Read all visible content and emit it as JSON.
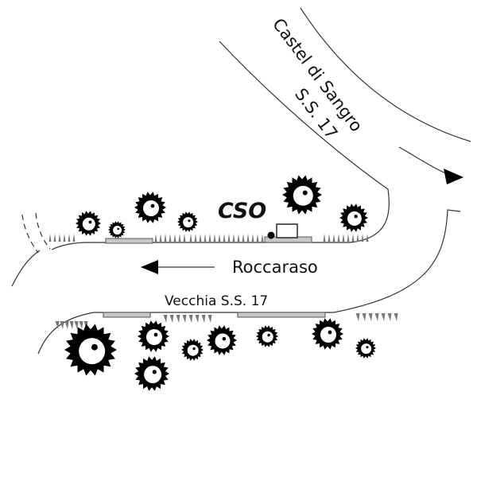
{
  "labels": {
    "north_road": "Castel di Sangro",
    "north_road_code": "S.S. 17",
    "middle_road": "Roccaraso",
    "south_road": "Vecchia S.S. 17",
    "station": "CSO"
  },
  "colors": {
    "line": "#333333",
    "tree": "#000000",
    "grass": "#777777",
    "platform": "#c8c8c8"
  },
  "icons": [
    "arrow-right-icon",
    "arrow-left-icon",
    "tree-icon",
    "grass-icon",
    "station-icon"
  ]
}
